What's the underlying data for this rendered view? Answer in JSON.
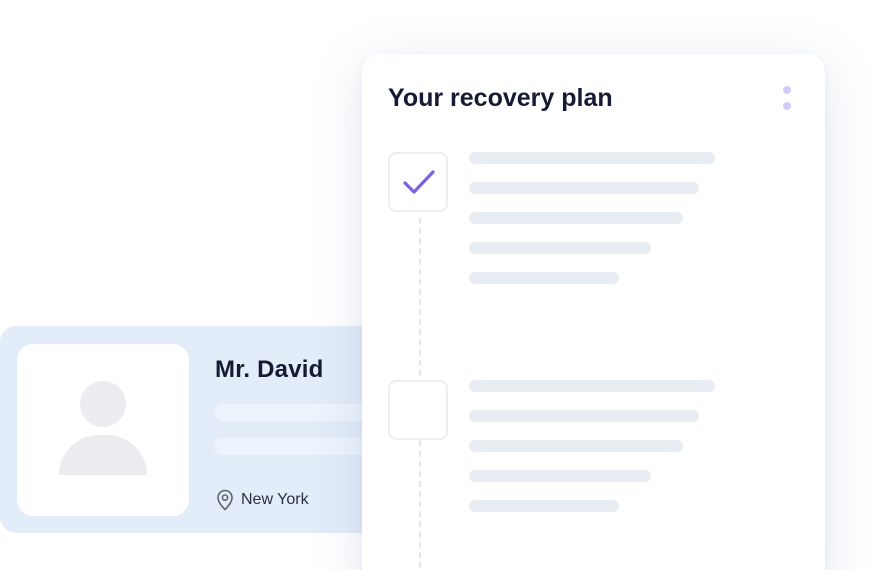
{
  "profile": {
    "name": "Mr. David",
    "location": "New York"
  },
  "plan": {
    "title": "Your recovery plan",
    "steps": [
      {
        "checked": true
      },
      {
        "checked": false
      }
    ]
  },
  "colors": {
    "accent": "#7b61e0",
    "profile_card_bg": "#e3ecf9",
    "menu_dot": "#d3cbf6",
    "text_dark": "#161a34"
  },
  "icons": {
    "checkmark": "checkmark-icon",
    "location": "location-pin-icon",
    "menu": "more-vertical-icon",
    "avatar": "avatar-placeholder-icon"
  }
}
